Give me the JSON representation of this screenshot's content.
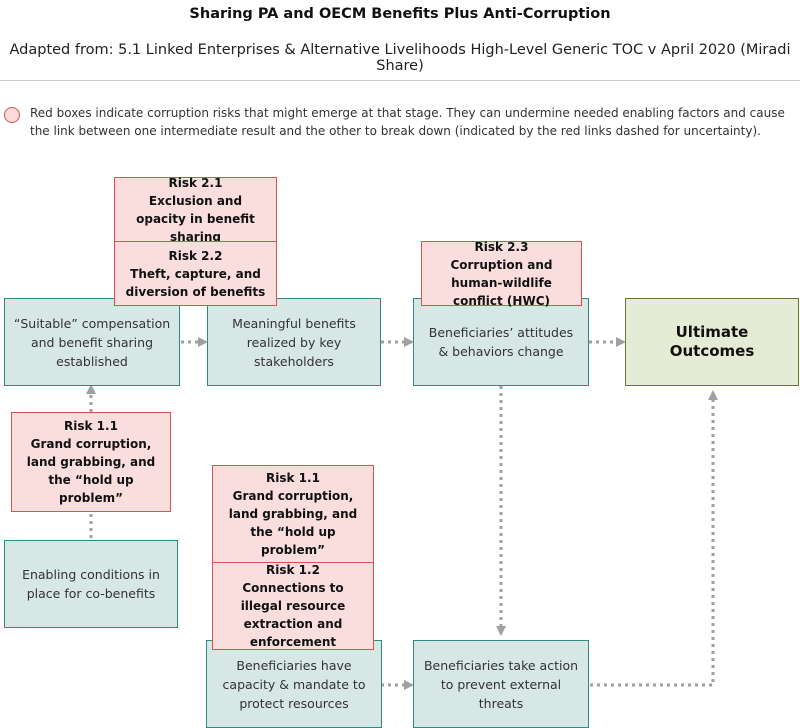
{
  "header": {
    "title": "Sharing PA and OECM Benefits Plus Anti-Corruption",
    "subtitle": "Adapted from: 5.1 Linked Enterprises & Alternative Livelihoods High-Level Generic TOC v April 2020 (Miradi Share)"
  },
  "legend": {
    "text": "Red boxes indicate corruption risks that might emerge at that stage. They can undermine needed enabling factors and cause the link between one intermediate result and the other to break down (indicated by the red links dashed for uncertainty).",
    "swatch_color": "#fadede",
    "swatch_border": "#d9534f"
  },
  "colors": {
    "result_fill": "#d7e7e6",
    "result_border": "#2e8b82",
    "risk_fill": "#fadede",
    "risk_border": "#d9534f",
    "outcome_fill": "#e5ebd4",
    "outcome_border": "#6b7a2a",
    "arrow": "#a0a0a0"
  },
  "results": {
    "compensation": "“Suitable” compensation and benefit sharing established",
    "meaningful": "Meaningful benefits realized by key stakeholders",
    "attitudes": "Beneficiaries’ attitudes & behaviors change",
    "enabling": "Enabling conditions in place for co-benefits",
    "capacity": "Beneficiaries have capacity & mandate to protect resources",
    "action": "Beneficiaries take action to prevent external threats",
    "ultimate": "Ultimate Outcomes"
  },
  "risks": {
    "r21": {
      "id": "Risk 2.1",
      "text": "Exclusion and opacity in benefit sharing"
    },
    "r22": {
      "id": "Risk 2.2",
      "text": "Theft, capture, and diversion of benefits"
    },
    "r23": {
      "id": "Risk 2.3",
      "text": "Corruption and human-wildlife conflict (HWC)"
    },
    "r11a": {
      "id": "Risk 1.1",
      "text": "Grand corruption, land grabbing, and the “hold up problem”"
    },
    "r11b": {
      "id": "Risk 1.1",
      "text": "Grand corruption, land grabbing, and the “hold up problem”"
    },
    "r12": {
      "id": "Risk 1.2",
      "text": "Connections to illegal resource extraction and enforcement"
    }
  }
}
